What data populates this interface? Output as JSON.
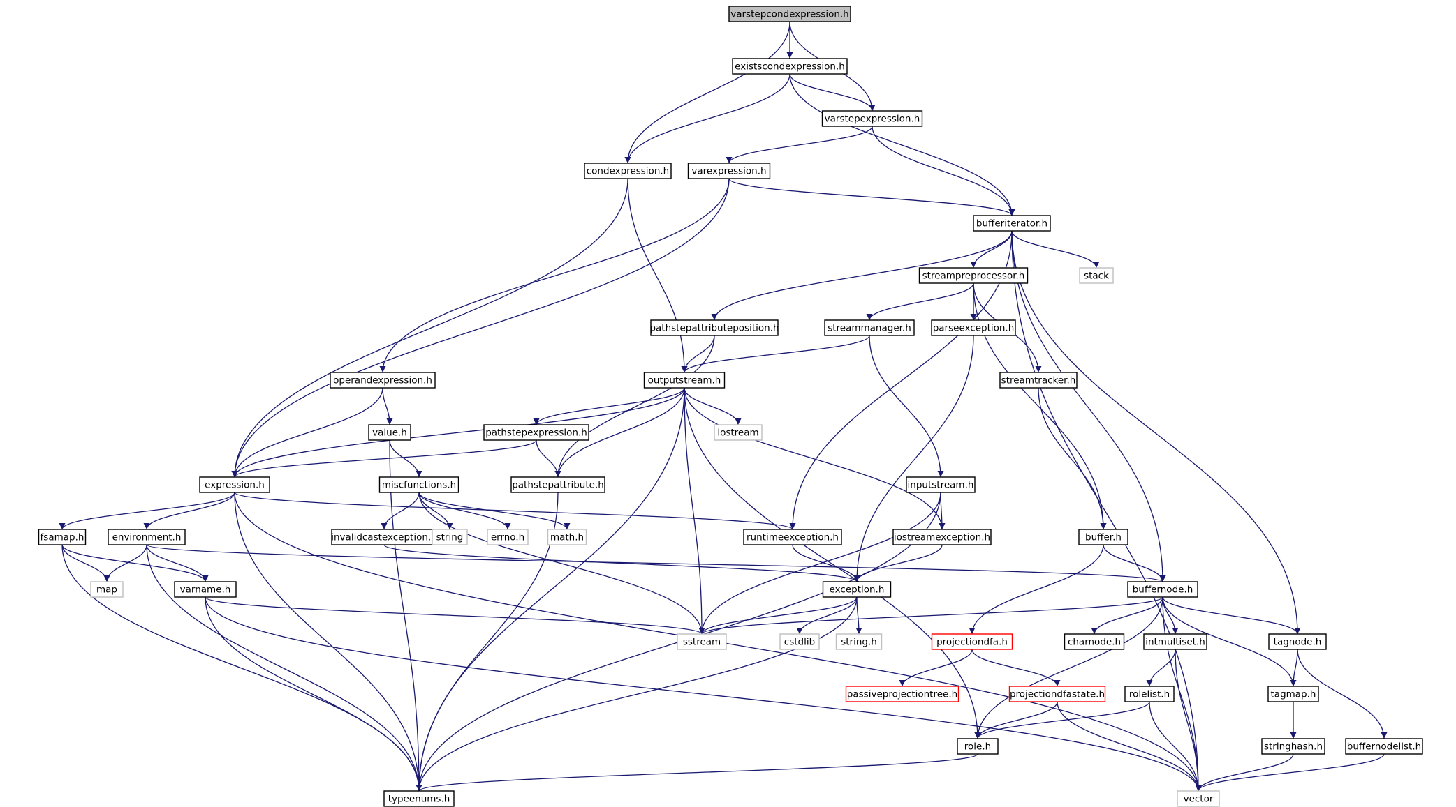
{
  "graph": {
    "colors": {
      "edge": "#191970",
      "root_fill": "#bfbfbf",
      "normal_border": "#000000",
      "external_border": "#bfbfbf",
      "truncated_border": "#ff0000"
    },
    "nodes": [
      {
        "id": "varstepcondexpression",
        "label": "varstepcondexpression.h",
        "kind": "root"
      },
      {
        "id": "existscondexpression",
        "label": "existscondexpression.h",
        "kind": "normal"
      },
      {
        "id": "varstepexpression",
        "label": "varstepexpression.h",
        "kind": "normal"
      },
      {
        "id": "condexpression",
        "label": "condexpression.h",
        "kind": "normal"
      },
      {
        "id": "varexpression",
        "label": "varexpression.h",
        "kind": "normal"
      },
      {
        "id": "bufferiterator",
        "label": "bufferiterator.h",
        "kind": "normal"
      },
      {
        "id": "streampreprocessor",
        "label": "streampreprocessor.h",
        "kind": "normal"
      },
      {
        "id": "stack",
        "label": "stack",
        "kind": "external"
      },
      {
        "id": "pathstepattributeposition",
        "label": "pathstepattributeposition.h",
        "kind": "normal"
      },
      {
        "id": "streammanager",
        "label": "streammanager.h",
        "kind": "normal"
      },
      {
        "id": "parseexception",
        "label": "parseexception.h",
        "kind": "normal"
      },
      {
        "id": "operandexpression",
        "label": "operandexpression.h",
        "kind": "normal"
      },
      {
        "id": "outputstream",
        "label": "outputstream.h",
        "kind": "normal"
      },
      {
        "id": "streamtracker",
        "label": "streamtracker.h",
        "kind": "normal"
      },
      {
        "id": "value",
        "label": "value.h",
        "kind": "normal"
      },
      {
        "id": "pathstepexpression",
        "label": "pathstepexpression.h",
        "kind": "normal"
      },
      {
        "id": "iostream",
        "label": "iostream",
        "kind": "external"
      },
      {
        "id": "expression",
        "label": "expression.h",
        "kind": "normal"
      },
      {
        "id": "miscfunctions",
        "label": "miscfunctions.h",
        "kind": "normal"
      },
      {
        "id": "pathstepattribute",
        "label": "pathstepattribute.h",
        "kind": "normal"
      },
      {
        "id": "inputstream",
        "label": "inputstream.h",
        "kind": "normal"
      },
      {
        "id": "fsamap",
        "label": "fsamap.h",
        "kind": "normal"
      },
      {
        "id": "environment",
        "label": "environment.h",
        "kind": "normal"
      },
      {
        "id": "invalidcastexception",
        "label": "invalidcastexception.h",
        "kind": "normal"
      },
      {
        "id": "string",
        "label": "string",
        "kind": "external"
      },
      {
        "id": "errno",
        "label": "errno.h",
        "kind": "external"
      },
      {
        "id": "math",
        "label": "math.h",
        "kind": "external"
      },
      {
        "id": "runtimeexception",
        "label": "runtimeexception.h",
        "kind": "normal"
      },
      {
        "id": "iostreamexception",
        "label": "iostreamexception.h",
        "kind": "normal"
      },
      {
        "id": "buffer",
        "label": "buffer.h",
        "kind": "normal"
      },
      {
        "id": "map",
        "label": "map",
        "kind": "external"
      },
      {
        "id": "varname",
        "label": "varname.h",
        "kind": "normal"
      },
      {
        "id": "exception",
        "label": "exception.h",
        "kind": "normal"
      },
      {
        "id": "buffernode",
        "label": "buffernode.h",
        "kind": "normal"
      },
      {
        "id": "sstream",
        "label": "sstream",
        "kind": "external"
      },
      {
        "id": "cstdlib",
        "label": "cstdlib",
        "kind": "external"
      },
      {
        "id": "string_h",
        "label": "string.h",
        "kind": "external"
      },
      {
        "id": "projectiondfa",
        "label": "projectiondfa.h",
        "kind": "truncated"
      },
      {
        "id": "charnode",
        "label": "charnode.h",
        "kind": "normal"
      },
      {
        "id": "intmultiset",
        "label": "intmultiset.h",
        "kind": "normal"
      },
      {
        "id": "tagnode",
        "label": "tagnode.h",
        "kind": "normal"
      },
      {
        "id": "passiveprojectiontree",
        "label": "passiveprojectiontree.h",
        "kind": "truncated"
      },
      {
        "id": "projectiondfastate",
        "label": "projectiondfastate.h",
        "kind": "truncated"
      },
      {
        "id": "rolelist",
        "label": "rolelist.h",
        "kind": "normal"
      },
      {
        "id": "tagmap",
        "label": "tagmap.h",
        "kind": "normal"
      },
      {
        "id": "role",
        "label": "role.h",
        "kind": "normal"
      },
      {
        "id": "stringhash",
        "label": "stringhash.h",
        "kind": "normal"
      },
      {
        "id": "buffernodelist",
        "label": "buffernodelist.h",
        "kind": "normal"
      },
      {
        "id": "typeenums",
        "label": "typeenums.h",
        "kind": "normal"
      },
      {
        "id": "vector",
        "label": "vector",
        "kind": "external"
      }
    ],
    "edges": [
      [
        "varstepcondexpression",
        "existscondexpression"
      ],
      [
        "varstepcondexpression",
        "varstepexpression"
      ],
      [
        "varstepcondexpression",
        "condexpression"
      ],
      [
        "existscondexpression",
        "varstepexpression"
      ],
      [
        "existscondexpression",
        "condexpression"
      ],
      [
        "existscondexpression",
        "bufferiterator"
      ],
      [
        "varstepexpression",
        "varexpression"
      ],
      [
        "varstepexpression",
        "bufferiterator"
      ],
      [
        "condexpression",
        "expression"
      ],
      [
        "condexpression",
        "outputstream"
      ],
      [
        "varexpression",
        "bufferiterator"
      ],
      [
        "varexpression",
        "expression"
      ],
      [
        "varexpression",
        "operandexpression"
      ],
      [
        "bufferiterator",
        "streampreprocessor"
      ],
      [
        "bufferiterator",
        "stack"
      ],
      [
        "bufferiterator",
        "pathstepattributeposition"
      ],
      [
        "bufferiterator",
        "runtimeexception"
      ],
      [
        "bufferiterator",
        "buffernode"
      ],
      [
        "bufferiterator",
        "tagnode"
      ],
      [
        "bufferiterator",
        "vector"
      ],
      [
        "streampreprocessor",
        "streammanager"
      ],
      [
        "streampreprocessor",
        "parseexception"
      ],
      [
        "streampreprocessor",
        "streamtracker"
      ],
      [
        "streampreprocessor",
        "buffer"
      ],
      [
        "pathstepattributeposition",
        "outputstream"
      ],
      [
        "pathstepattributeposition",
        "pathstepattribute"
      ],
      [
        "streammanager",
        "outputstream"
      ],
      [
        "streammanager",
        "inputstream"
      ],
      [
        "parseexception",
        "exception"
      ],
      [
        "operandexpression",
        "expression"
      ],
      [
        "operandexpression",
        "value"
      ],
      [
        "outputstream",
        "pathstepexpression"
      ],
      [
        "outputstream",
        "iostream"
      ],
      [
        "outputstream",
        "expression"
      ],
      [
        "outputstream",
        "pathstepattribute"
      ],
      [
        "outputstream",
        "sstream"
      ],
      [
        "outputstream",
        "iostreamexception"
      ],
      [
        "outputstream",
        "typeenums"
      ],
      [
        "outputstream",
        "role"
      ],
      [
        "streamtracker",
        "buffer"
      ],
      [
        "value",
        "miscfunctions"
      ],
      [
        "value",
        "typeenums"
      ],
      [
        "pathstepexpression",
        "expression"
      ],
      [
        "pathstepexpression",
        "pathstepattribute"
      ],
      [
        "expression",
        "fsamap"
      ],
      [
        "expression",
        "environment"
      ],
      [
        "expression",
        "runtimeexception"
      ],
      [
        "expression",
        "typeenums"
      ],
      [
        "expression",
        "vector"
      ],
      [
        "miscfunctions",
        "invalidcastexception"
      ],
      [
        "miscfunctions",
        "string"
      ],
      [
        "miscfunctions",
        "errno"
      ],
      [
        "miscfunctions",
        "math"
      ],
      [
        "miscfunctions",
        "sstream"
      ],
      [
        "pathstepattribute",
        "typeenums"
      ],
      [
        "inputstream",
        "iostreamexception"
      ],
      [
        "inputstream",
        "sstream"
      ],
      [
        "inputstream",
        "typeenums"
      ],
      [
        "fsamap",
        "map"
      ],
      [
        "fsamap",
        "varname"
      ],
      [
        "fsamap",
        "typeenums"
      ],
      [
        "environment",
        "map"
      ],
      [
        "environment",
        "varname"
      ],
      [
        "environment",
        "typeenums"
      ],
      [
        "environment",
        "buffernode"
      ],
      [
        "invalidcastexception",
        "exception"
      ],
      [
        "runtimeexception",
        "exception"
      ],
      [
        "iostreamexception",
        "exception"
      ],
      [
        "buffer",
        "buffernode"
      ],
      [
        "buffer",
        "projectiondfa"
      ],
      [
        "varname",
        "sstream"
      ],
      [
        "varname",
        "typeenums"
      ],
      [
        "varname",
        "vector"
      ],
      [
        "exception",
        "sstream"
      ],
      [
        "exception",
        "cstdlib"
      ],
      [
        "exception",
        "string_h"
      ],
      [
        "exception",
        "typeenums"
      ],
      [
        "buffernode",
        "sstream"
      ],
      [
        "buffernode",
        "charnode"
      ],
      [
        "buffernode",
        "intmultiset"
      ],
      [
        "buffernode",
        "tagnode"
      ],
      [
        "buffernode",
        "tagmap"
      ],
      [
        "buffernode",
        "role"
      ],
      [
        "buffernode",
        "vector"
      ],
      [
        "projectiondfa",
        "passiveprojectiontree"
      ],
      [
        "projectiondfa",
        "projectiondfastate"
      ],
      [
        "projectiondfastate",
        "role"
      ],
      [
        "projectiondfastate",
        "vector"
      ],
      [
        "intmultiset",
        "rolelist"
      ],
      [
        "intmultiset",
        "vector"
      ],
      [
        "rolelist",
        "role"
      ],
      [
        "rolelist",
        "vector"
      ],
      [
        "tagnode",
        "tagmap"
      ],
      [
        "tagnode",
        "buffernodelist"
      ],
      [
        "tagmap",
        "stringhash"
      ],
      [
        "stringhash",
        "vector"
      ],
      [
        "buffernodelist",
        "vector"
      ],
      [
        "role",
        "typeenums"
      ]
    ]
  }
}
